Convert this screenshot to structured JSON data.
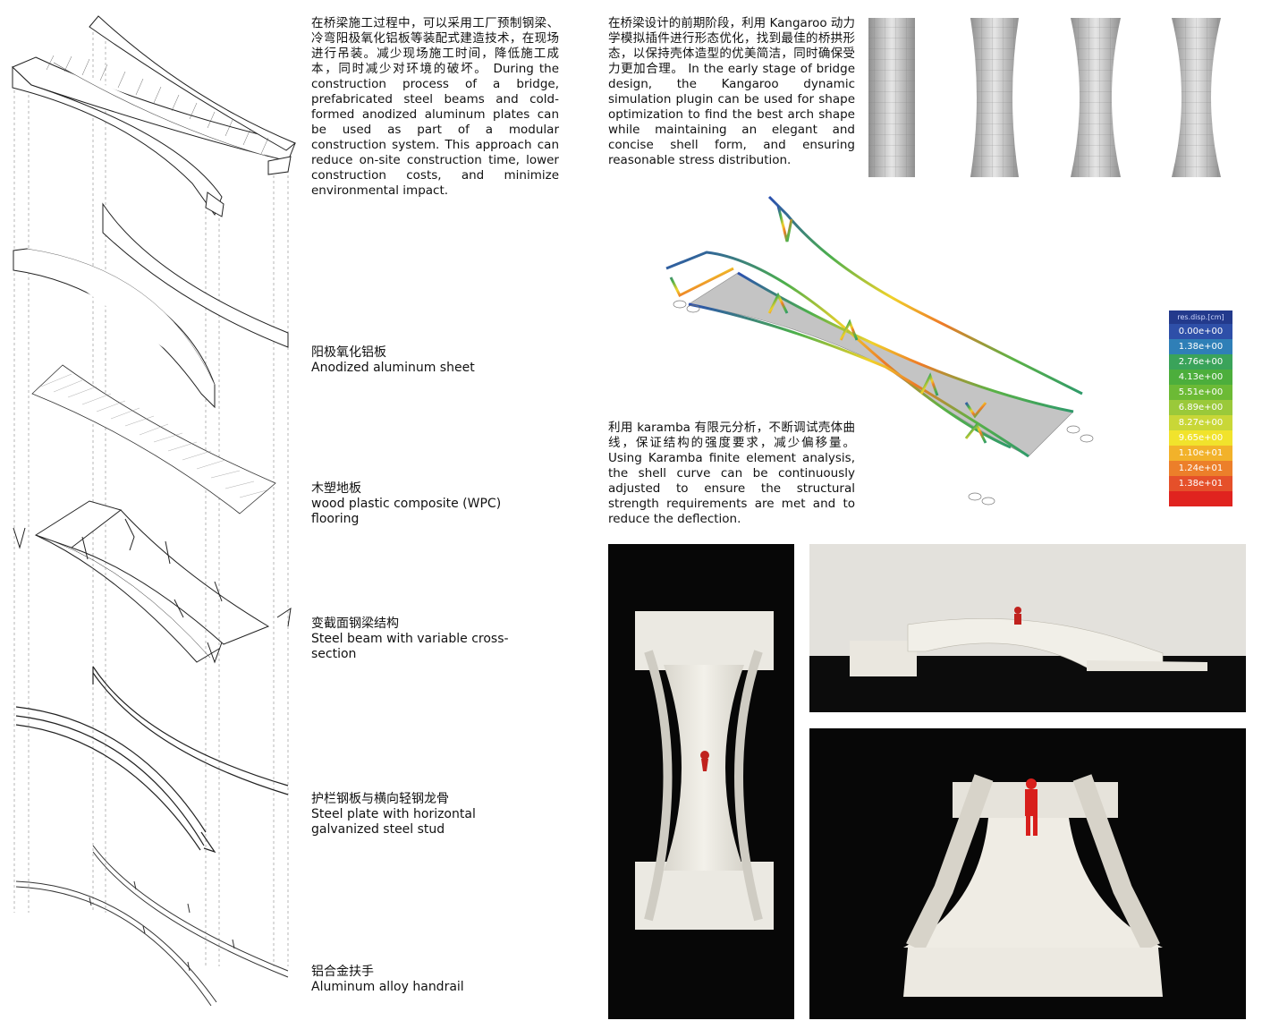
{
  "exploded_labels": [
    {
      "cn": "阳极氧化铝板",
      "en": "Anodized aluminum sheet"
    },
    {
      "cn": "木塑地板",
      "en": "wood plastic composite (WPC) flooring"
    },
    {
      "cn": "变截面钢梁结构",
      "en": "Steel beam with variable cross-section"
    },
    {
      "cn": "护栏钢板与横向轻钢龙骨",
      "en": "Steel plate with horizontal galvanized steel stud"
    },
    {
      "cn": "铝合金扶手",
      "en": "Aluminum alloy handrail"
    }
  ],
  "construction_text": {
    "cn": "在桥梁施工过程中，可以采用工厂预制钢梁、冷弯阳极氧化铝板等装配式建造技术，在现场进行吊装。减少现场施工时间，降低施工成本，同时减少对环境的破坏。",
    "en": "During the construction process of a bridge, prefabricated steel beams and cold-formed anodized aluminum plates can be used as part of a modular construction system. This approach can reduce on-site construction time, lower construction costs, and minimize environmental impact."
  },
  "kangaroo_text": {
    "cn": "在桥梁设计的前期阶段，利用 Kangaroo 动力学模拟插件进行形态优化，找到最佳的桥拱形态，以保持壳体造型的优美简洁，同时确保受力更加合理。",
    "en": "In the early stage of bridge design, the Kangaroo dynamic simulation plugin can be used for shape optimization to find the best arch shape while maintaining an elegant and concise shell form, and ensuring reasonable stress distribution."
  },
  "karamba_text": {
    "cn": "利用 karamba 有限元分析，不断调试壳体曲线，保证结构的强度要求，减少偏移量。",
    "en": "Using Karamba finite element analysis, the shell curve can be continuously adjusted to ensure the structural strength requirements are met and to reduce the deflection."
  },
  "legend": {
    "title": "res.disp.[cm]",
    "entries": [
      {
        "label": "0.00e+00",
        "color": "#2e4fa8"
      },
      {
        "label": "1.38e+00",
        "color": "#2f7fb7"
      },
      {
        "label": "2.76e+00",
        "color": "#3aa35a"
      },
      {
        "label": "4.13e+00",
        "color": "#4cae3c"
      },
      {
        "label": "5.51e+00",
        "color": "#6cba35"
      },
      {
        "label": "6.89e+00",
        "color": "#9ac93a"
      },
      {
        "label": "8.27e+00",
        "color": "#c9d737"
      },
      {
        "label": "9.65e+00",
        "color": "#f1e32c"
      },
      {
        "label": "1.10e+01",
        "color": "#f2b22a"
      },
      {
        "label": "1.24e+01",
        "color": "#ec7f2a"
      },
      {
        "label": "1.38e+01",
        "color": "#e5502a"
      },
      {
        "label": "",
        "color": "#e0231f"
      }
    ]
  }
}
